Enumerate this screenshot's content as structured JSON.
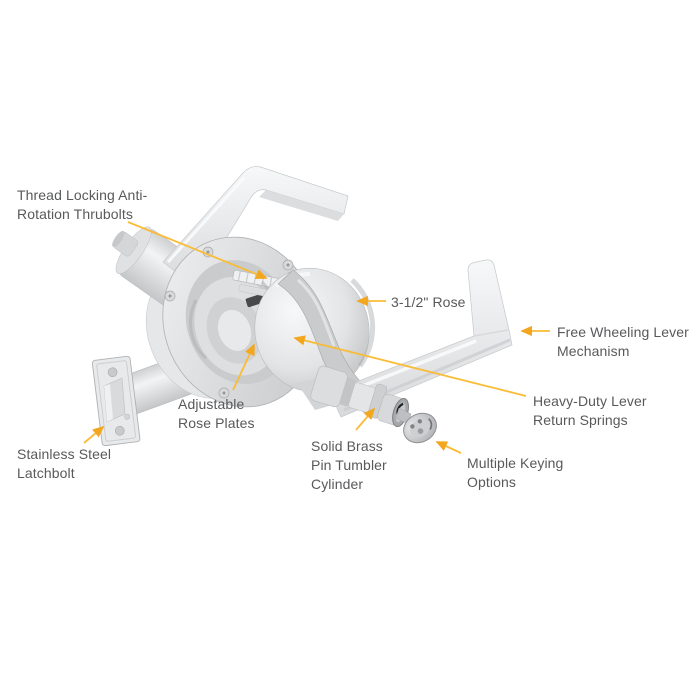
{
  "page": {
    "background_color": "#FFFFFF"
  },
  "diagram": {
    "type": "exploded-parts-callout-diagram",
    "subject": "cylindrical-lever-lockset",
    "colors": {
      "leader_line": "#F9BC38",
      "arrowhead": "#F2A71F",
      "label_text": "#58595B",
      "metal_light": "#F2F3F4",
      "metal_mid": "#D8D9DB",
      "metal_dark": "#A8AAAD"
    },
    "callouts": [
      {
        "id": "thread-locking-thrubolts",
        "label": "Thread Locking Anti-\nRotation Thrubolts"
      },
      {
        "id": "rose-size",
        "label": "3-1/2\" Rose"
      },
      {
        "id": "free-wheeling-lever-mechanism",
        "label": "Free Wheeling Lever\nMechanism"
      },
      {
        "id": "heavy-duty-lever-return-springs",
        "label": "Heavy-Duty Lever\nReturn Springs"
      },
      {
        "id": "adjustable-rose-plates",
        "label": "Adjustable\nRose Plates"
      },
      {
        "id": "solid-brass-pin-tumbler-cylinder",
        "label": "Solid Brass\nPin Tumbler\nCylinder"
      },
      {
        "id": "multiple-keying-options",
        "label": "Multiple Keying\nOptions"
      },
      {
        "id": "stainless-steel-latchbolt",
        "label": "Stainless Steel\nLatchbolt"
      }
    ]
  }
}
